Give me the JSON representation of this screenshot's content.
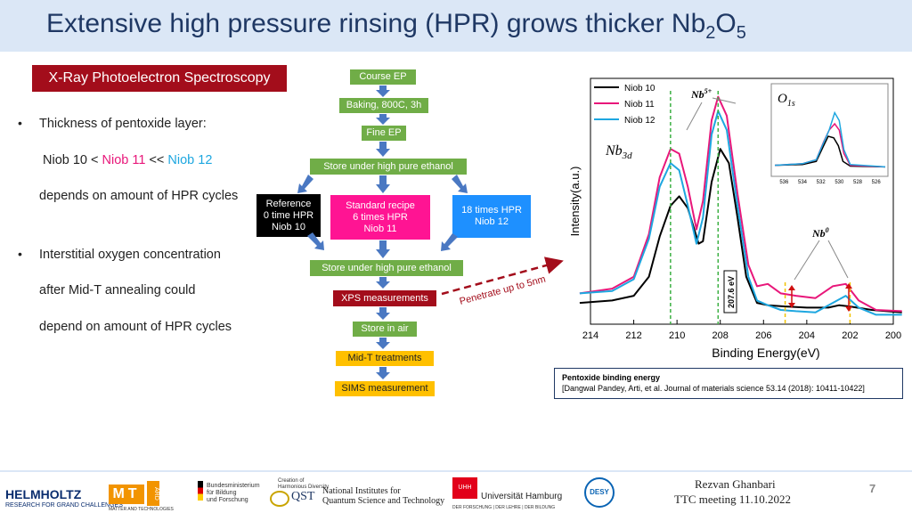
{
  "slide": {
    "title_main": "Extensive high pressure rinsing (HPR) grows thicker Nb",
    "title_sub1": "2",
    "title_o": "O",
    "title_sub2": "5",
    "xps_label": "X-Ray Photoelectron Spectroscopy",
    "bullet1": "Thickness of pentoxide layer:",
    "niob_line": {
      "part1": "Niob 10 < ",
      "part2": "Niob 11",
      "part3": " << ",
      "part4": "Niob 12"
    },
    "depends1": "depends on amount of HPR cycles",
    "bullet2": "Interstitial oxygen concentration",
    "after_line": "after Mid-T annealing could",
    "depends2": "depend on amount of HPR cycles",
    "page_number": "7",
    "presenter": "Rezvan Ghanbari",
    "meeting": "TTC meeting 11.10.2022"
  },
  "flow": {
    "course_ep": "Course EP",
    "baking": "Baking, 800C, 3h",
    "fine_ep": "Fine EP",
    "store1": "Store under high pure ethanol",
    "ref": [
      "Reference",
      "0 time HPR",
      "Niob 10"
    ],
    "std": [
      "Standard recipe",
      "6 times HPR",
      "Niob 11"
    ],
    "hpr18": [
      "18 times HPR",
      "Niob 12"
    ],
    "store2": "Store under high pure ethanol",
    "xps": "XPS measurements",
    "store_air": "Store in air",
    "midt": "Mid-T treatments",
    "sims": "SIMS measurement",
    "penetrate": "Penetrate up to 5nm"
  },
  "reference": {
    "heading": "Pentoxide binding energy",
    "citation": "[Dangwal Pandey, Arti, et al. Journal of materials science 53.14 (2018): 10411-10422]"
  },
  "logos": {
    "helmholtz": "HELMHOLTZ",
    "helmholtz_sub": "RESEARCH FOR GRAND CHALLENGES",
    "mt": "MT",
    "ard": "ARD",
    "mt_sub": "MATTER AND TECHNOLOGIES",
    "bmbf": [
      "Bundesministerium",
      "für Bildung",
      "und Forschung"
    ],
    "qst_top": [
      "Creation of",
      "Harmonious Diversity"
    ],
    "qst": "QST",
    "nqst": [
      "National Institutes for",
      "Quantum Science and Technology"
    ],
    "uhh_short": "UHH",
    "uhh": "Universität Hamburg",
    "uhh_sub": "DER FORSCHUNG | DER LEHRE | DER BILDUNG",
    "desy": "DESY"
  },
  "chart_data": {
    "type": "line",
    "xlabel": "Binding Energy(eV)",
    "ylabel": "Intensity(a.u.)",
    "xlim": [
      214,
      200
    ],
    "xticks": [
      214,
      212,
      210,
      208,
      206,
      204,
      202,
      200
    ],
    "series": [
      {
        "name": "Niob 10",
        "color": "#000000",
        "points": [
          [
            214.5,
            0.09
          ],
          [
            213,
            0.1
          ],
          [
            212,
            0.12
          ],
          [
            211.3,
            0.2
          ],
          [
            210.8,
            0.37
          ],
          [
            210.3,
            0.5
          ],
          [
            209.9,
            0.54
          ],
          [
            209.5,
            0.49
          ],
          [
            209.0,
            0.34
          ],
          [
            208.8,
            0.35
          ],
          [
            208.4,
            0.6
          ],
          [
            208.0,
            0.74
          ],
          [
            207.6,
            0.68
          ],
          [
            207.2,
            0.45
          ],
          [
            206.8,
            0.2
          ],
          [
            206.3,
            0.09
          ],
          [
            205.8,
            0.08
          ],
          [
            205,
            0.075
          ],
          [
            204,
            0.07
          ],
          [
            203,
            0.07
          ],
          [
            202.5,
            0.08
          ],
          [
            202,
            0.075
          ],
          [
            201,
            0.06
          ],
          [
            199.6,
            0.05
          ]
        ]
      },
      {
        "name": "Niob 11",
        "color": "#e8177a",
        "points": [
          [
            214.5,
            0.13
          ],
          [
            213,
            0.15
          ],
          [
            212,
            0.2
          ],
          [
            211.3,
            0.38
          ],
          [
            210.8,
            0.62
          ],
          [
            210.3,
            0.74
          ],
          [
            209.9,
            0.72
          ],
          [
            209.5,
            0.58
          ],
          [
            209.1,
            0.4
          ],
          [
            208.8,
            0.52
          ],
          [
            208.4,
            0.86
          ],
          [
            208.1,
            0.96
          ],
          [
            207.7,
            0.88
          ],
          [
            207.2,
            0.55
          ],
          [
            206.7,
            0.25
          ],
          [
            206.3,
            0.16
          ],
          [
            205.8,
            0.17
          ],
          [
            205.2,
            0.13
          ],
          [
            204.5,
            0.12
          ],
          [
            203.6,
            0.11
          ],
          [
            202.8,
            0.16
          ],
          [
            202.2,
            0.17
          ],
          [
            201.6,
            0.1
          ],
          [
            200.8,
            0.06
          ],
          [
            199.6,
            0.055
          ]
        ]
      },
      {
        "name": "Niob 12",
        "color": "#1ea7e0",
        "points": [
          [
            214.5,
            0.13
          ],
          [
            213,
            0.14
          ],
          [
            212,
            0.19
          ],
          [
            211.3,
            0.36
          ],
          [
            210.8,
            0.58
          ],
          [
            210.3,
            0.68
          ],
          [
            209.9,
            0.65
          ],
          [
            209.5,
            0.5
          ],
          [
            209.1,
            0.34
          ],
          [
            208.8,
            0.45
          ],
          [
            208.4,
            0.8
          ],
          [
            208.1,
            0.9
          ],
          [
            207.7,
            0.82
          ],
          [
            207.2,
            0.5
          ],
          [
            206.7,
            0.2
          ],
          [
            206.3,
            0.1
          ],
          [
            205.8,
            0.08
          ],
          [
            205.2,
            0.06
          ],
          [
            204.5,
            0.055
          ],
          [
            203.6,
            0.05
          ],
          [
            202.8,
            0.09
          ],
          [
            202.2,
            0.12
          ],
          [
            201.6,
            0.07
          ],
          [
            200.8,
            0.04
          ],
          [
            199.6,
            0.04
          ]
        ]
      }
    ],
    "annotations": {
      "nb5": "Nb",
      "nb5_sup": "5+",
      "nb0": "Nb",
      "nb0_sup": "0",
      "nb3d": "Nb",
      "nb3d_sub": "3d",
      "shift": "207.6 eV",
      "o1s": "O",
      "o1s_sub": "1s"
    },
    "inset": {
      "xticks": [
        536,
        534,
        532,
        530,
        528,
        526
      ],
      "xlim": [
        537,
        525
      ],
      "series": [
        {
          "name": "Niob 10",
          "color": "#000000",
          "points": [
            [
              537,
              0.05
            ],
            [
              534,
              0.06
            ],
            [
              532.5,
              0.1
            ],
            [
              531.7,
              0.3
            ],
            [
              531.2,
              0.42
            ],
            [
              530.6,
              0.4
            ],
            [
              530.1,
              0.3
            ],
            [
              529.6,
              0.1
            ],
            [
              528.8,
              0.04
            ],
            [
              525,
              0.03
            ]
          ]
        },
        {
          "name": "Niob 11",
          "color": "#e8177a",
          "points": [
            [
              537,
              0.05
            ],
            [
              534,
              0.07
            ],
            [
              532.5,
              0.12
            ],
            [
              531.7,
              0.35
            ],
            [
              531.1,
              0.5
            ],
            [
              530.5,
              0.58
            ],
            [
              530.0,
              0.5
            ],
            [
              529.5,
              0.2
            ],
            [
              528.8,
              0.05
            ],
            [
              525,
              0.03
            ]
          ]
        },
        {
          "name": "Niob 12",
          "color": "#1ea7e0",
          "points": [
            [
              537,
              0.05
            ],
            [
              534,
              0.07
            ],
            [
              532.5,
              0.12
            ],
            [
              531.7,
              0.34
            ],
            [
              531.1,
              0.5
            ],
            [
              530.5,
              0.72
            ],
            [
              530.0,
              0.62
            ],
            [
              529.5,
              0.25
            ],
            [
              528.8,
              0.06
            ],
            [
              525,
              0.03
            ]
          ]
        }
      ]
    }
  }
}
